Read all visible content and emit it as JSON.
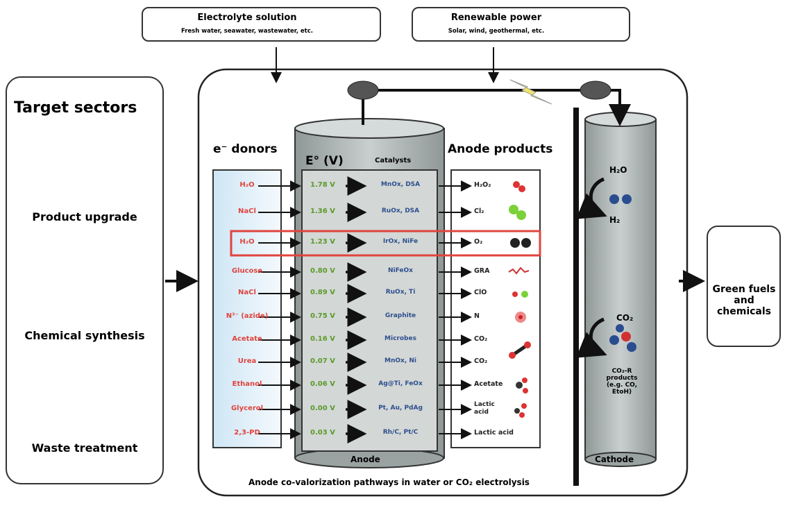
{
  "top_boxes": {
    "electrolyte": {
      "title": "Electrolyte solution",
      "subtitle": "Fresh water, seawater, wastewater, etc.",
      "icon": "water-drop-icon"
    },
    "power": {
      "title": "Renewable power",
      "subtitle": "Solar, wind, geothermal, etc.",
      "icon": "wind-turbine-icon"
    }
  },
  "sectors": {
    "title": "Target sectors",
    "items": [
      {
        "label": "Product upgrade",
        "icon": "factory-icon"
      },
      {
        "label": "Chemical synthesis",
        "icon": "atom-icon"
      },
      {
        "label": "Waste treatment",
        "icon": "recycle-icon"
      }
    ]
  },
  "columns": {
    "donors": "e⁻ donors",
    "potential": "E° (V)",
    "catalysts": "Catalysts",
    "products": "Anode products"
  },
  "rows": [
    {
      "donor": "H₂O",
      "potential": "1.78 V",
      "catalyst": "MnOx, DSA",
      "product": "H₂O₂"
    },
    {
      "donor": "NaCl",
      "potential": "1.36 V",
      "catalyst": "RuOx, DSA",
      "product": "Cl₂"
    },
    {
      "donor": "H₂O",
      "potential": "1.23 V",
      "catalyst": "IrOx, NiFe",
      "product": "O₂",
      "highlight": true
    },
    {
      "donor": "Glucose",
      "potential": "0.80 V",
      "catalyst": "NiFeOx",
      "product": "GRA"
    },
    {
      "donor": "NaCl",
      "potential": "0.89 V",
      "catalyst": "RuOx, Ti",
      "product": "ClO"
    },
    {
      "donor": "N³⁻ (azide)",
      "potential": "0.75 V",
      "catalyst": "Graphite",
      "product": "N"
    },
    {
      "donor": "Acetate",
      "potential": "0.16 V",
      "catalyst": "Microbes",
      "product": "CO₂"
    },
    {
      "donor": "Urea",
      "potential": "0.07 V",
      "catalyst": "MnOx, Ni",
      "product": "CO₂"
    },
    {
      "donor": "Ethanol",
      "potential": "0.06 V",
      "catalyst": "Ag@Ti, FeOx",
      "product": "Acetate"
    },
    {
      "donor": "Glycerol",
      "potential": "0.00 V",
      "catalyst": "Pt, Au, PdAg",
      "product": "Lactic acid"
    },
    {
      "donor": "2,3-PD",
      "potential": "0.03 V",
      "catalyst": "Rh/C, Pt/C",
      "product": "Lactic acid"
    }
  ],
  "anode_label": "Anode",
  "cathode": {
    "label": "Cathode",
    "h2o": "H₂O",
    "h2": "H₂",
    "co2": "CO₂",
    "co2_products": "CO₂-R products (e.g. CO, EtoH)"
  },
  "caption": "Anode co-valorization pathways in water or CO₂ electrolysis",
  "output": {
    "label": "Green fuels and chemicals",
    "icon": "green-recycle-icon"
  },
  "colors": {
    "donor": "#e0443e",
    "potential": "#5a9a2a",
    "catalyst": "#2d4f8f",
    "highlight": "#e0443e",
    "cylinder": "#b8bfbf"
  }
}
